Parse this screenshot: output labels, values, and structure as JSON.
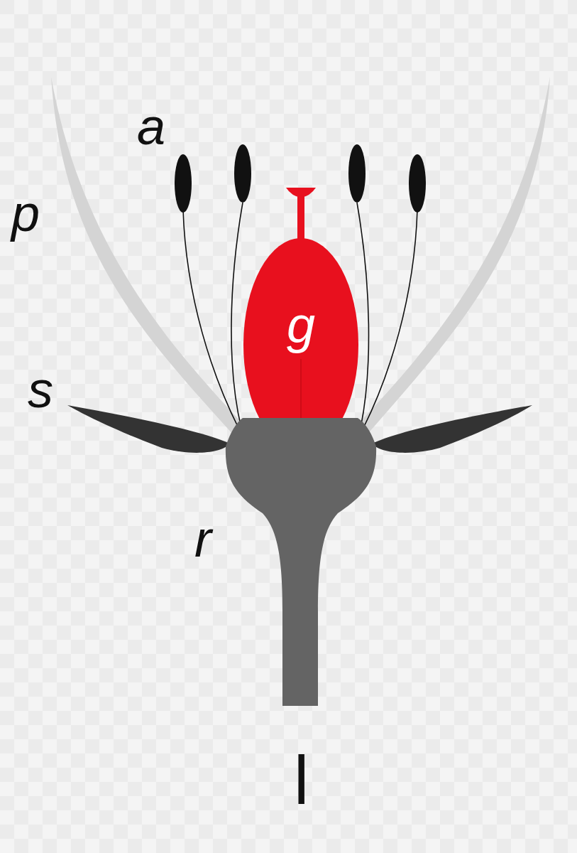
{
  "diagram": {
    "nodes": [
      {
        "text": [
          "g"
        ]
      }
    ],
    "labels": [
      "a",
      "p",
      "s",
      "r",
      "l"
    ]
  }
}
